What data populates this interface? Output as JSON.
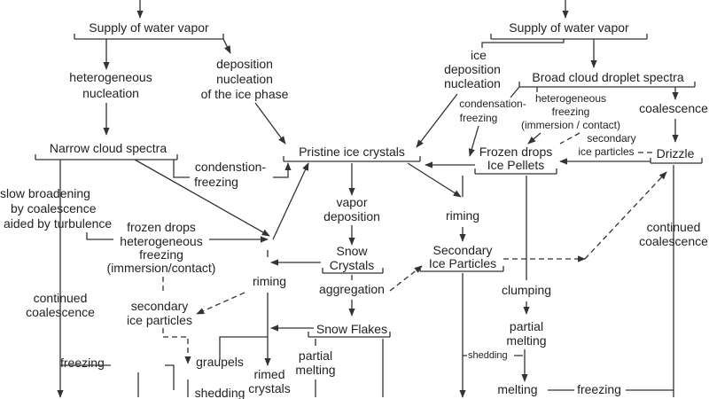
{
  "left": {
    "supply": "Supply of water vapor",
    "heterogeneous_nucleation": [
      "heterogeneous",
      "nucleation"
    ],
    "deposition_nucleation": [
      "deposition",
      "nucleation",
      "of the ice phase"
    ],
    "narrow_spectra": "Narrow cloud spectra",
    "condensation_freezing": [
      "condenstion-",
      "freezing"
    ],
    "slow_broadening": [
      "slow broadening",
      "by coalescence",
      "aided by turbulence"
    ],
    "frozen_drops": [
      "frozen drops",
      "heterogeneous",
      "freezing",
      "(immersion/contact)"
    ],
    "continued_coalescence": [
      "continued",
      "coalescence"
    ],
    "freezing": "freezing",
    "secondary_ice": [
      "secondary",
      "ice particles"
    ],
    "riming": "riming",
    "graupels": "graupels",
    "shedding": "shedding",
    "rimed_crystals": [
      "rimed",
      "crystals"
    ]
  },
  "center": {
    "pristine": "Pristine ice crystals",
    "vapor_deposition": [
      "vapor",
      "deposition"
    ],
    "snow_crystals": [
      "Snow",
      "Crystals"
    ],
    "aggregation": "aggregation",
    "snow_flakes": "Snow Flakes",
    "partial_melting": [
      "partial",
      "melting"
    ]
  },
  "right": {
    "supply": "Supply of water vapor",
    "ice_deposition": [
      "ice",
      "deposition",
      "nucleation"
    ],
    "broad_spectra": "Broad cloud droplet spectra",
    "condensation_freezing": [
      "condensation-",
      "freezing"
    ],
    "het_freezing": [
      "heterogeneous",
      "freezing",
      "(immersion / contact)"
    ],
    "coalescence": "coalescence",
    "secondary_ice": [
      "secondary",
      "ice particles"
    ],
    "frozen_drops": [
      "Frozen drops",
      "Ice Pellets"
    ],
    "drizzle": "Drizzle",
    "riming": "riming",
    "secondary_particles": [
      "Secondary",
      "Ice Particles"
    ],
    "continued_coalescence": [
      "continued",
      "coalescence"
    ],
    "clumping": "clumping",
    "partial_melting": [
      "partial",
      "melting"
    ],
    "shedding": "shedding",
    "melting": "melting",
    "freezing": "freezing"
  }
}
